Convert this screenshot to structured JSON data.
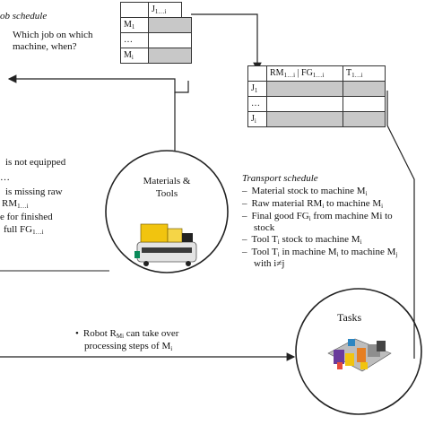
{
  "job_schedule": {
    "title_fragment": "ob schedule",
    "question_line1": "Which job on which",
    "question_line2": "machine, when?",
    "col_header": {
      "base": "J",
      "sub": "1…i"
    },
    "rows": [
      {
        "base": "M",
        "sub": "1"
      },
      {
        "base": "…",
        "sub": ""
      },
      {
        "base": "M",
        "sub": "i"
      }
    ]
  },
  "transport_table": {
    "headers": [
      {
        "parts": [
          {
            "base": "RM",
            "sub": "1…i"
          },
          {
            "base": " | FG",
            "sub": "1…i"
          }
        ]
      },
      {
        "parts": [
          {
            "base": "T",
            "sub": "1…i"
          }
        ]
      }
    ],
    "rows": [
      {
        "base": "J",
        "sub": "1"
      },
      {
        "base": "…",
        "sub": ""
      },
      {
        "base": "J",
        "sub": "i"
      }
    ]
  },
  "left_notes": [
    {
      "parts": [
        {
          "base": "is not equipped",
          "sub": ""
        }
      ]
    },
    {
      "parts": [
        {
          "base": "…",
          "sub": ""
        }
      ]
    },
    {
      "parts": [
        {
          "base": "is missing raw",
          "sub": ""
        }
      ]
    },
    {
      "parts": [
        {
          "base": "RM",
          "sub": "1…i"
        }
      ]
    },
    {
      "parts": [
        {
          "base": "e for finished",
          "sub": ""
        }
      ]
    },
    {
      "parts": [
        {
          "base": "full FG",
          "sub": "1…i"
        }
      ]
    }
  ],
  "materials_node": {
    "line1": "Materials &",
    "line2": "Tools"
  },
  "transport_schedule": {
    "title": "Transport schedule",
    "items": [
      {
        "parts": [
          {
            "base": "Material stock to machine M",
            "sub": "i"
          }
        ]
      },
      {
        "parts": [
          {
            "base": "Raw material RM",
            "sub": "i"
          },
          {
            "base": " to machine M",
            "sub": "i"
          }
        ]
      },
      {
        "parts": [
          {
            "base": "Final good FG",
            "sub": "i"
          },
          {
            "base": " from machine Mi to",
            "sub": ""
          }
        ],
        "cont": "stock"
      },
      {
        "parts": [
          {
            "base": "Tool T",
            "sub": "i"
          },
          {
            "base": " stock to machine M",
            "sub": "i"
          }
        ]
      },
      {
        "parts": [
          {
            "base": "Tool T",
            "sub": "i"
          },
          {
            "base": " in machine M",
            "sub": "i"
          },
          {
            "base": " to machine M",
            "sub": "j"
          }
        ],
        "cont": "with i≠j"
      }
    ]
  },
  "robot_note": {
    "parts": [
      {
        "base": "Robot R",
        "sub": "Mi"
      },
      {
        "base": " can take over",
        "sub": ""
      }
    ],
    "line2_parts": [
      {
        "base": "processing steps of M",
        "sub": "i"
      }
    ]
  },
  "tasks_node": {
    "label": "Tasks"
  },
  "colors": {
    "cell_shade": "#c8c8c8",
    "line": "#333333",
    "agv_yellow": "#f1c40f",
    "agv_body": "#d9d9d9"
  }
}
